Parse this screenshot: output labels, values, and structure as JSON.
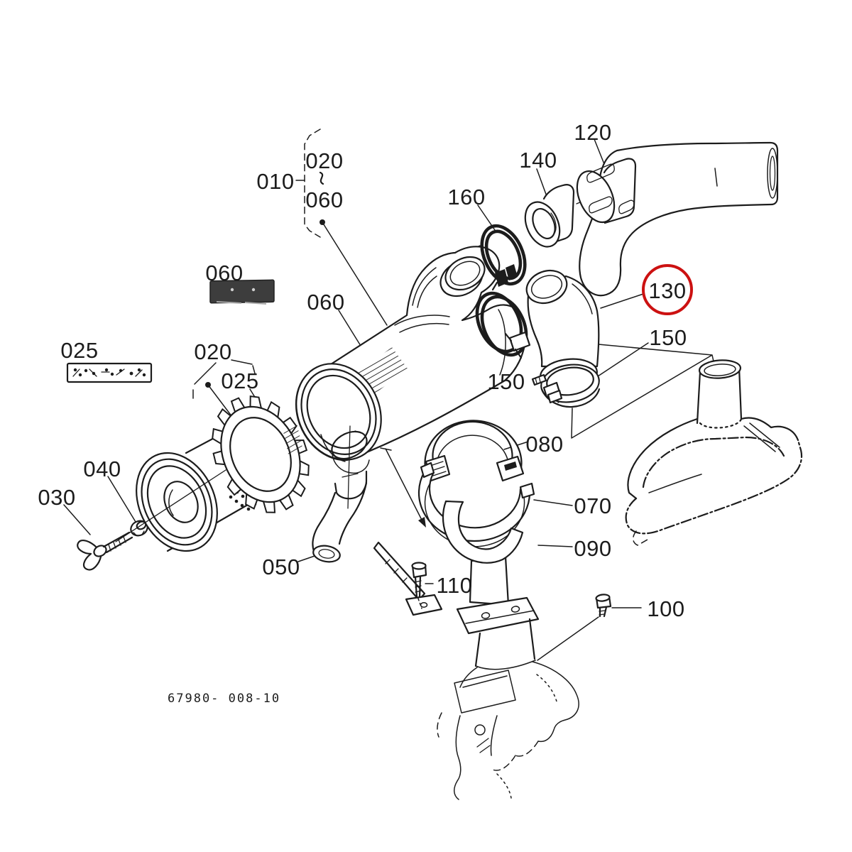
{
  "diagram": {
    "type": "exploded-parts-diagram",
    "drawing_number": "67980- 008-10",
    "highlighted_part_id": "130",
    "colors": {
      "background": "#ffffff",
      "ink": "#1c1c1c",
      "highlight": "#cc1111",
      "plate_fill": "#3d3d3d"
    },
    "range_separator": "~",
    "labels": [
      {
        "id": "010",
        "text": "010"
      },
      {
        "id": "020-group",
        "text": "020"
      },
      {
        "id": "060-group",
        "text": "060"
      },
      {
        "id": "060-plate",
        "text": "060"
      },
      {
        "id": "025-decal",
        "text": "025"
      },
      {
        "id": "020-element",
        "text": "020"
      },
      {
        "id": "025-seal",
        "text": "025"
      },
      {
        "id": "030",
        "text": "030"
      },
      {
        "id": "040",
        "text": "040"
      },
      {
        "id": "050",
        "text": "050"
      },
      {
        "id": "060-body",
        "text": "060"
      },
      {
        "id": "070",
        "text": "070"
      },
      {
        "id": "080",
        "text": "080"
      },
      {
        "id": "090",
        "text": "090"
      },
      {
        "id": "100",
        "text": "100"
      },
      {
        "id": "110",
        "text": "110"
      },
      {
        "id": "120",
        "text": "120"
      },
      {
        "id": "140",
        "text": "140"
      },
      {
        "id": "160",
        "text": "160"
      },
      {
        "id": "150-left",
        "text": "150"
      },
      {
        "id": "150-right",
        "text": "150"
      },
      {
        "id": "130-highlighted",
        "text": "130"
      }
    ]
  }
}
